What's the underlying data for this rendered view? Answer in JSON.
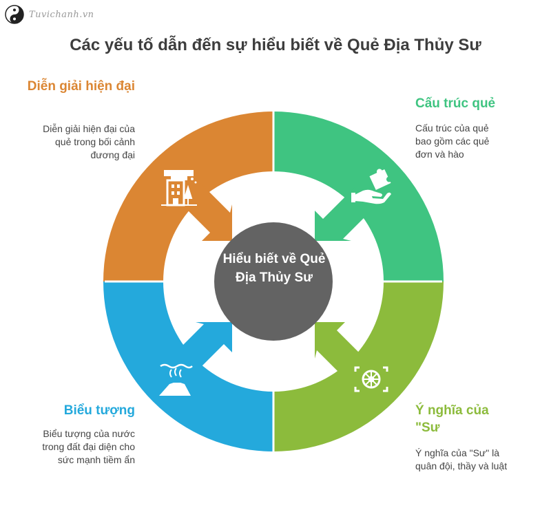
{
  "header": {
    "logo_text": "Tuvichanh.vn",
    "title": "Các yếu tố dẫn đến sự hiểu biết về Quẻ Địa Thủy Sư"
  },
  "center": {
    "label": "Hiểu biết về Quẻ Địa Thủy Sư"
  },
  "segments": [
    {
      "id": "modern",
      "heading": "Diễn giải hiện đại",
      "description": "Diễn giải hiện đại của quẻ trong bối cảnh đương đại",
      "color": "#db8633",
      "icon": "city-building-icon"
    },
    {
      "id": "structure",
      "heading": "Cấu trúc quẻ",
      "description": "Cấu trúc của quẻ bao gồm các quẻ đơn và hào",
      "color": "#3fc481",
      "icon": "hand-puzzle-icon"
    },
    {
      "id": "meaning",
      "heading": "Ý nghĩa của \"Sư",
      "description": "Ý nghĩa của \"Sư\" là quân đội, thầy và luật",
      "color": "#8cbb3c",
      "icon": "dharma-wheel-icon"
    },
    {
      "id": "symbol",
      "heading": "Biểu tượng",
      "description": "Biểu tượng của nước trong đất đại diện cho sức mạnh tiềm ẩn",
      "color": "#24a9dc",
      "icon": "water-earth-icon"
    }
  ],
  "colors": {
    "center": "#636363",
    "title": "#3d3d3d"
  }
}
